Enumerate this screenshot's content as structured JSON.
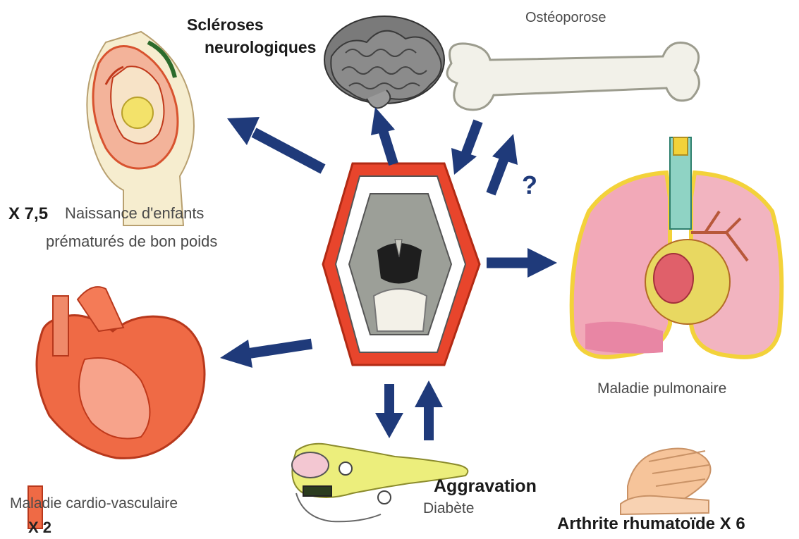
{
  "labels": {
    "neuro_line1": "Scléroses",
    "neuro_line2": "neurologiques",
    "osteo": "Ostéoporose",
    "question": "?",
    "preterm_factor": "X 7,5",
    "preterm_line1": "Naissance d'enfants",
    "preterm_line2": "prématurés de bon poids",
    "pulmonary": "Maladie pulmonaire",
    "cardio": "Maladie cardio-vasculaire",
    "cardio_factor": "X 2",
    "diabetes_aggravation": "Aggravation",
    "diabetes": "Diabète",
    "arthritis": "Arthrite rhumatoïde X 6"
  },
  "colors": {
    "arrow": "#1f3a7a",
    "mouth_lips": "#e8452c",
    "heart": "#ef6a45",
    "lung_pink": "#f2a9b8",
    "lung_outline": "#f3d23a",
    "pancreas": "#e6e96a",
    "brain": "#6e6e6e",
    "bone": "#f0efe7",
    "hands": "#f6c49a"
  },
  "icons": {
    "center": "open-mouth-icon",
    "neuro": "brain-icon",
    "osteo": "bone-icon",
    "preterm": "fetus-uterus-icon",
    "pulmonary": "lungs-icon",
    "cardio": "heart-icon",
    "diabetes": "pancreas-icon",
    "arthritis": "hands-icon"
  }
}
